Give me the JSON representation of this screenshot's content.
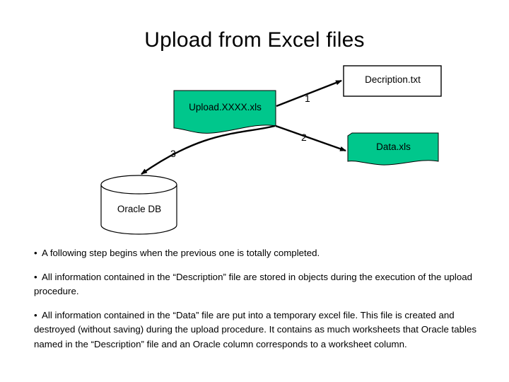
{
  "slide": {
    "title": "Upload from Excel files",
    "background_color": "#ffffff",
    "accent_green": "#00c78c",
    "outline_color": "#000000"
  },
  "diagram": {
    "shapes": [
      {
        "id": "upload-file",
        "label": "Upload.XXXX.xls",
        "kind": "wavy-document",
        "fill": "#00c78c"
      },
      {
        "id": "decription-file",
        "label": "Decription.txt",
        "kind": "rectangle",
        "fill": "#ffffff"
      },
      {
        "id": "data-file",
        "label": "Data.xls",
        "kind": "wavy-document",
        "fill": "#00c78c"
      },
      {
        "id": "oracle-db",
        "label": "Oracle DB",
        "kind": "cylinder",
        "fill": "#ffffff"
      }
    ],
    "connectors": [
      {
        "id": "arrow-1",
        "number": "1",
        "from": "upload-file",
        "to": "decription-file"
      },
      {
        "id": "arrow-2",
        "number": "2",
        "from": "upload-file",
        "to": "data-file"
      },
      {
        "id": "arrow-3",
        "number": "3",
        "from": "upload-file",
        "to": "oracle-db"
      }
    ]
  },
  "notes": {
    "bullet_char": "•",
    "items": [
      "A following step begins when the previous one is totally completed.",
      "All information contained in the “Description” file are stored in objects during the execution of the upload procedure.",
      "All information contained in the “Data” file are put into a temporary excel file. This file is created and destroyed (without saving) during the upload procedure. It contains as much worksheets that Oracle tables named in the “Description” file and an Oracle column corresponds to a worksheet column."
    ]
  }
}
